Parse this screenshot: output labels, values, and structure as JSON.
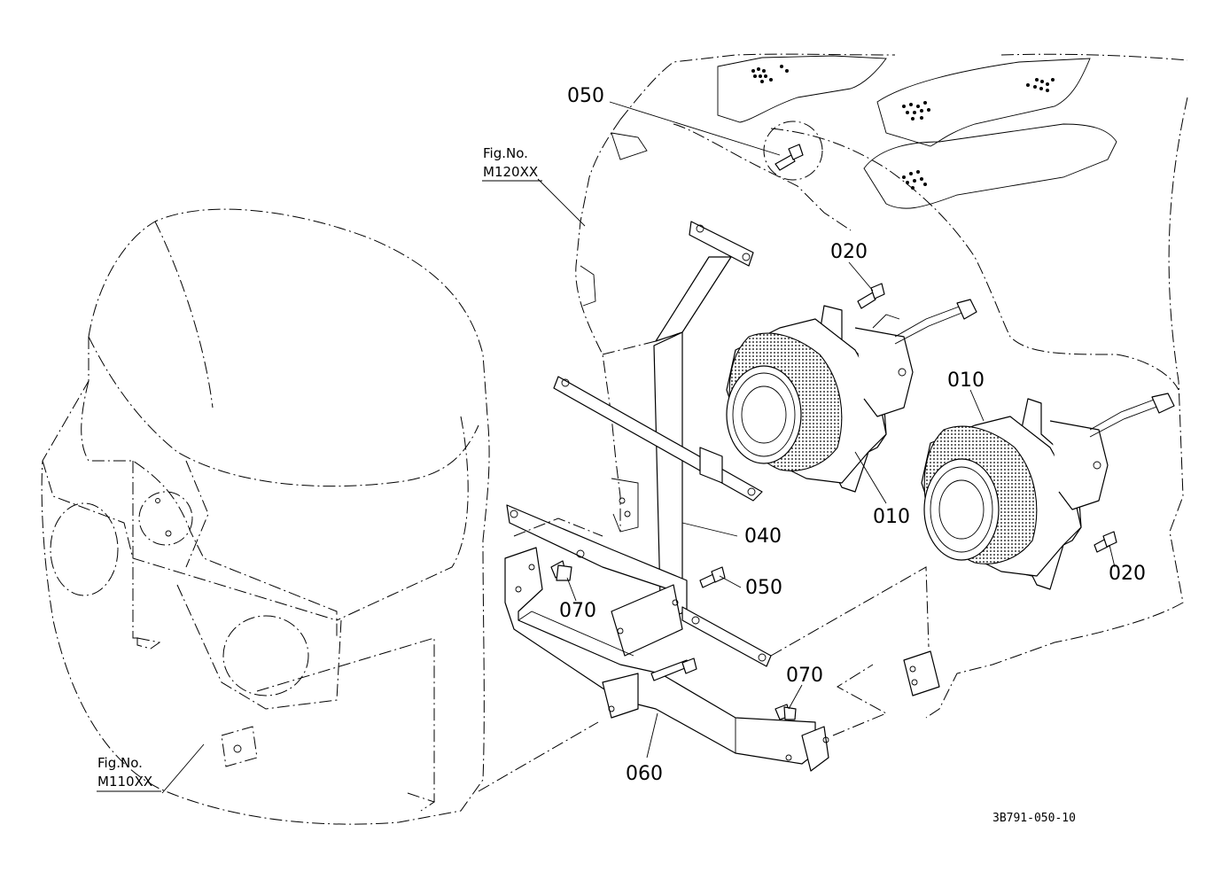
{
  "figure_refs": [
    {
      "label": "Fig.No.",
      "code": "M120XX"
    },
    {
      "label": "Fig.No.",
      "code": "M110XX"
    }
  ],
  "callouts": {
    "c050_top": "050",
    "c020_top": "020",
    "c010_right": "010",
    "c010_mid": "010",
    "c040": "040",
    "c050_mid": "050",
    "c070_left": "070",
    "c020_right": "020",
    "c070_bottom": "070",
    "c060": "060"
  },
  "drawing_number": "3B791-050-10"
}
